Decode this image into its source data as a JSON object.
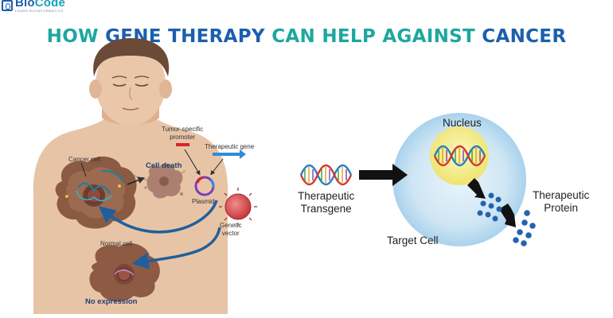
{
  "logo": {
    "name_part1": "Bio",
    "name_part2": "Code",
    "tagline": "LEARN BIOINFORMATICS"
  },
  "title": {
    "part1": "HOW",
    "part2": "GENE THERAPY",
    "part3": "CAN HELP AGAINST",
    "part4": "CANCER"
  },
  "left_panel": {
    "cancer_cell": "Cancer cell",
    "cell_death": "Cell death",
    "tumor_promoter_line1": "Tumor-specific",
    "tumor_promoter_line2": "promoter",
    "therapeutic_gene": "Therapeutic gene",
    "plasmid": "Plasmid",
    "genetic_vector_line1": "Genetic",
    "genetic_vector_line2": "vector",
    "normal_cell": "Normal cell",
    "no_expression": "No expression"
  },
  "right_panel": {
    "nucleus": "Nucleus",
    "therapeutic_transgene_line1": "Therapeutic",
    "therapeutic_transgene_line2": "Transgene",
    "target_cell": "Target Cell",
    "therapeutic_protein_line1": "Therapeutic",
    "therapeutic_protein_line2": "Protein"
  },
  "colors": {
    "title_teal": "#1ea79f",
    "title_blue": "#1b5fae",
    "skin": "#e8c4a6",
    "cancer_cell": "#8a5a43",
    "arrow_blue": "#1f6fb5",
    "target_cell": "#cfe6f4",
    "nucleus": "#f7f19a",
    "protein": "#2563b0"
  }
}
